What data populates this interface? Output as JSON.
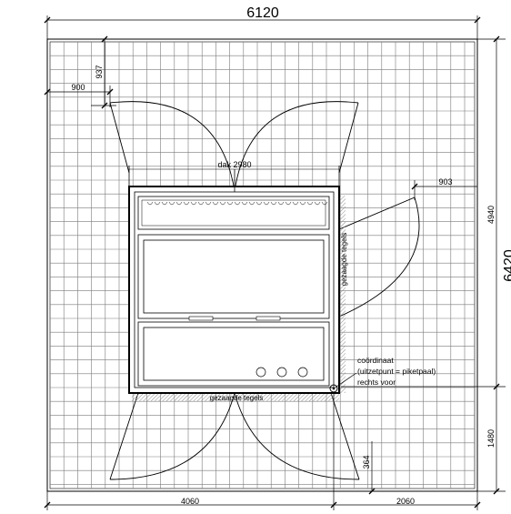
{
  "dimensions": {
    "total_width": "6120",
    "total_height": "6420",
    "offset_x": "900",
    "offset_y": "937",
    "bottom_left": "4060",
    "bottom_right": "2060",
    "right_upper": "4940",
    "right_lower": "1480",
    "door_offset": "903",
    "stake_offset": "364"
  },
  "labels": {
    "roof": "dak 2980",
    "sawn_tiles_side": "gezaagde tegels",
    "sawn_tiles_bottom": "gezaagde tegels",
    "coordinate_line1": "coördinaat",
    "coordinate_line2": "(uitzetpunt = piketpaal)",
    "coordinate_line3": "rechts voor"
  },
  "colors": {
    "line": "#000000",
    "grid": "#7a7a7a",
    "hatch": "#8c8c8c"
  }
}
